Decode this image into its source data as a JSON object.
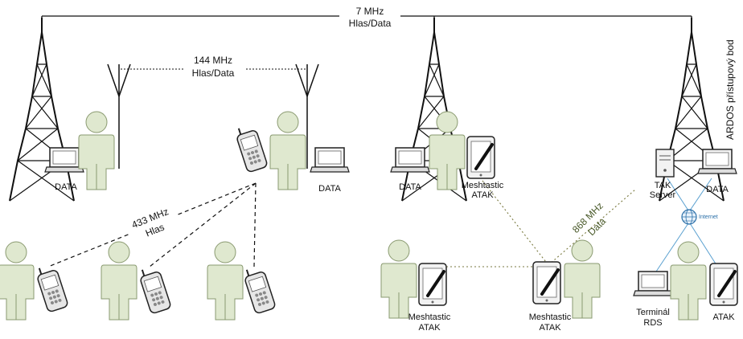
{
  "links": {
    "hf": {
      "freq": "7 MHz",
      "mode": "Hlas/Data"
    },
    "vhf": {
      "freq": "144 MHz",
      "mode": "Hlas/Data"
    },
    "uhf": {
      "freq": "433 MHz",
      "mode": "Hlas"
    },
    "mesh": {
      "freq": "868 MHz",
      "mode": "Data"
    }
  },
  "access_point": {
    "label": "ARDOS přístupový bod"
  },
  "internet": {
    "label": "Internet"
  },
  "labels": {
    "data_1": "DATA",
    "data_2": "DATA",
    "data_3": "DATA",
    "data_4": "DATA",
    "meshtastic_top": {
      "line1": "Meshtastic",
      "line2": "ATAK"
    },
    "meshtastic_bottom_left": {
      "line1": "Meshtastic",
      "line2": "ATAK"
    },
    "meshtastic_bottom_mid": {
      "line1": "Meshtastic",
      "line2": "ATAK"
    },
    "tak_server": {
      "line1": "TAK",
      "line2": "Server"
    },
    "terminal": {
      "line1": "Terminál",
      "line2": "RDS"
    },
    "atak": "ATAK"
  },
  "colors": {
    "person": "#dfe8cf",
    "person_stroke": "#8a9a70",
    "line": "#111111",
    "internet_line": "#5aa0d0",
    "green_text": "#4a5a2a"
  }
}
